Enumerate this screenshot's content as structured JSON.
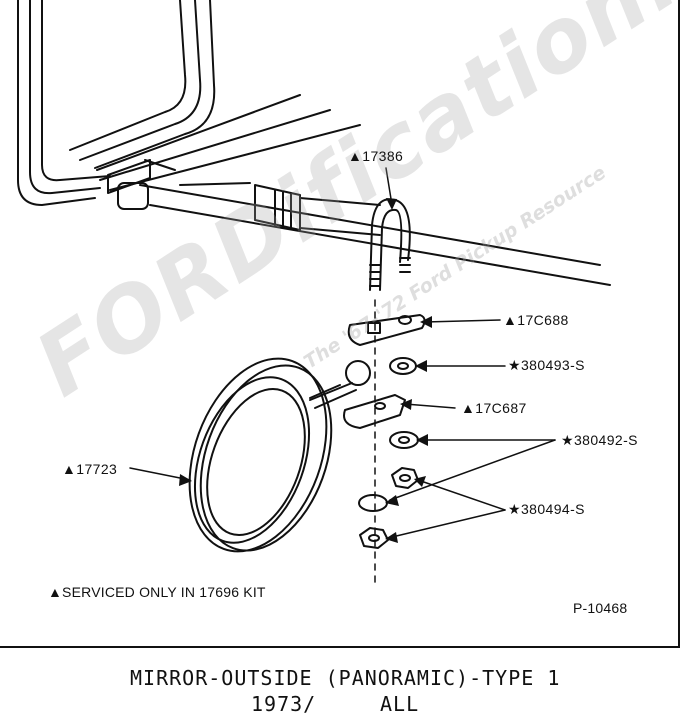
{
  "parts": {
    "p17386": "▲17386",
    "p17C688": "▲17C688",
    "p380493": "★380493-S",
    "p17C687": "▲17C687",
    "p380492": "★380492-S",
    "p17723": "▲17723",
    "p380494": "★380494-S"
  },
  "note": "▲SERVICED ONLY IN 17696 KIT",
  "figure_code": "P-10468",
  "caption": {
    "line1": "MIRROR-OUTSIDE (PANORAMIC)-TYPE 1",
    "line2_year": "1973/",
    "line2_models": "ALL"
  },
  "watermark": {
    "main": "FORDification.net",
    "sub": "The '67-'72 Ford Pickup Resource"
  }
}
